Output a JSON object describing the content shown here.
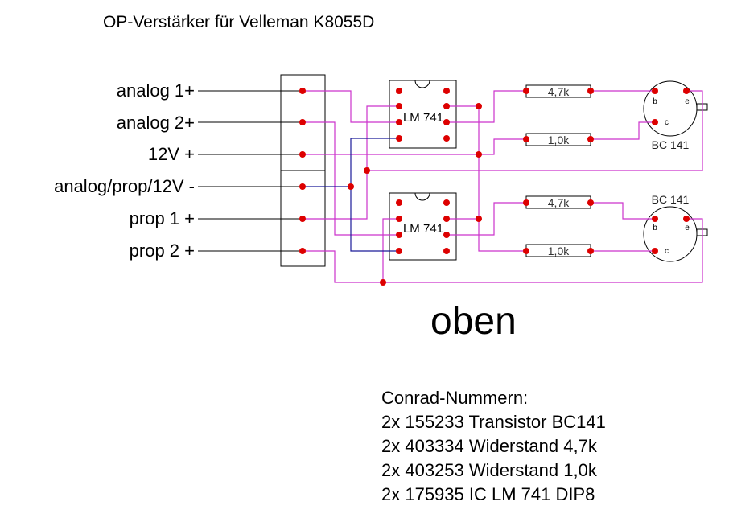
{
  "title": "OP-Verstärker für Velleman K8055D",
  "connector_pins": [
    {
      "label": "analog 1+"
    },
    {
      "label": "analog 2+"
    },
    {
      "label": "12V +"
    },
    {
      "label": "analog/prop/12V -"
    },
    {
      "label": "prop 1 +"
    },
    {
      "label": "prop 2 +"
    }
  ],
  "ics": [
    {
      "label": "LM 741"
    },
    {
      "label": "LM 741"
    }
  ],
  "resistors": [
    {
      "label": "4,7k"
    },
    {
      "label": "1,0k"
    },
    {
      "label": "4,7k"
    },
    {
      "label": "1,0k"
    }
  ],
  "transistors": [
    {
      "label": "BC 141",
      "pins": {
        "b": "b",
        "e": "e",
        "c": "c"
      }
    },
    {
      "label": "BC 141",
      "pins": {
        "b": "b",
        "e": "e",
        "c": "c"
      }
    }
  ],
  "orientation_label": "oben",
  "parts_list": {
    "heading": "Conrad-Nummern:",
    "items": [
      "2x 155233 Transistor BC141",
      "2x 403334 Widerstand 4,7k",
      "2x 403253 Widerstand 1,0k",
      "2x 175935 IC LM 741 DIP8"
    ]
  },
  "colors": {
    "wire_signal": "#cc33cc",
    "wire_ground": "#1a1a99",
    "solder_point": "#dd0000",
    "outline": "#000000"
  }
}
